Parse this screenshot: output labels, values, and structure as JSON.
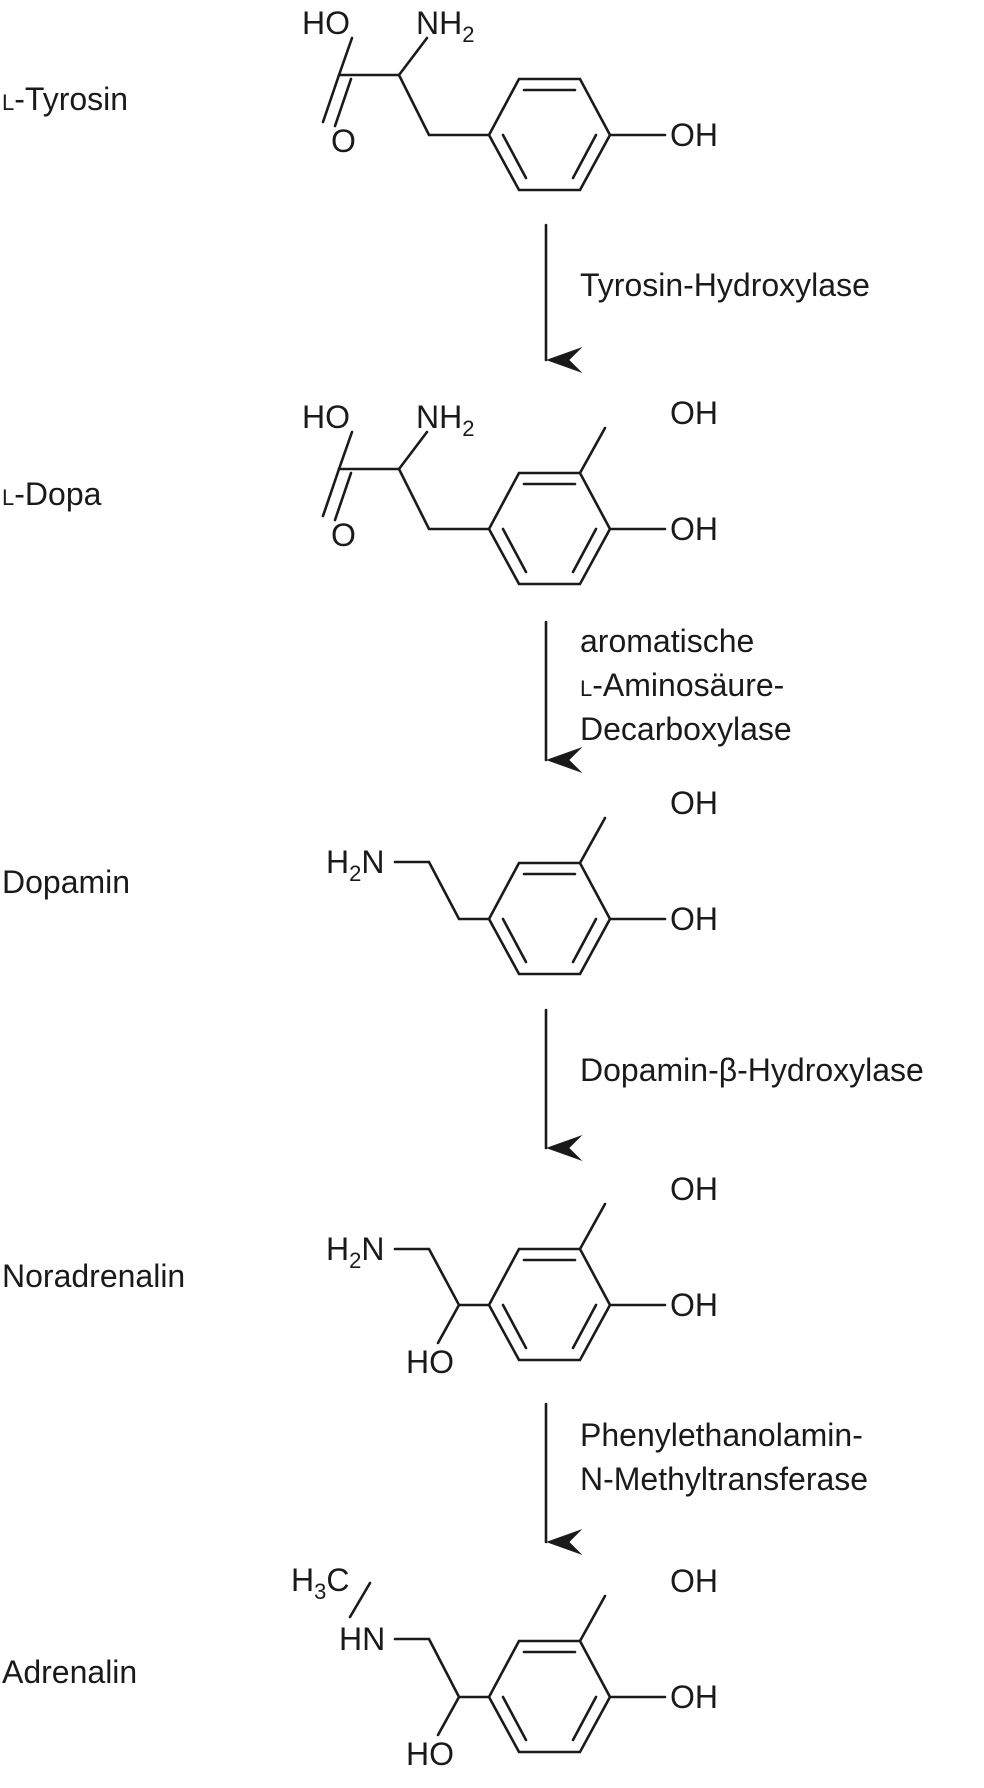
{
  "steps": [
    {
      "compound": "Tyrosin",
      "compound_prefix": "L",
      "substituents": {
        "hydroxyl_top": "",
        "hydroxyl_para": "OH"
      },
      "chain": {
        "acid_hydroxyl": "HO",
        "carbonyl_oxygen": "O",
        "amine": "NH",
        "amine_subscript": "2"
      }
    },
    {
      "compound": "Dopa",
      "compound_prefix": "L",
      "substituents": {
        "hydroxyl_top": "OH",
        "hydroxyl_para": "OH"
      },
      "chain": {
        "acid_hydroxyl": "HO",
        "carbonyl_oxygen": "O",
        "amine": "NH",
        "amine_subscript": "2"
      }
    },
    {
      "compound": "Dopamin",
      "substituents": {
        "hydroxyl_top": "OH",
        "hydroxyl_para": "OH"
      },
      "chain": {
        "amine_prefix": "H",
        "amine_subscript": "2",
        "amine": "N"
      }
    },
    {
      "compound": "Noradrenalin",
      "substituents": {
        "hydroxyl_top": "OH",
        "hydroxyl_para": "OH"
      },
      "chain": {
        "amine_prefix": "H",
        "amine_subscript": "2",
        "amine": "N",
        "side_hydroxyl": "HO"
      }
    },
    {
      "compound": "Adrenalin",
      "substituents": {
        "hydroxyl_top": "OH",
        "hydroxyl_para": "OH"
      },
      "chain": {
        "methyl": "H",
        "methyl_subscript": "3",
        "methyl_carbon": "C",
        "amine": "HN",
        "side_hydroxyl": "HO"
      }
    }
  ],
  "enzymes": [
    {
      "lines": [
        "Tyrosin-Hydroxylase"
      ]
    },
    {
      "lines": [
        "aromatische",
        "-Aminosäure-",
        "Decarboxylase"
      ],
      "line2_prefix": "L"
    },
    {
      "lines": [
        "Dopamin-β-Hydroxylase"
      ]
    },
    {
      "lines": [
        "Phenylethanolamin-",
        "N-Methyltransferase"
      ]
    }
  ]
}
